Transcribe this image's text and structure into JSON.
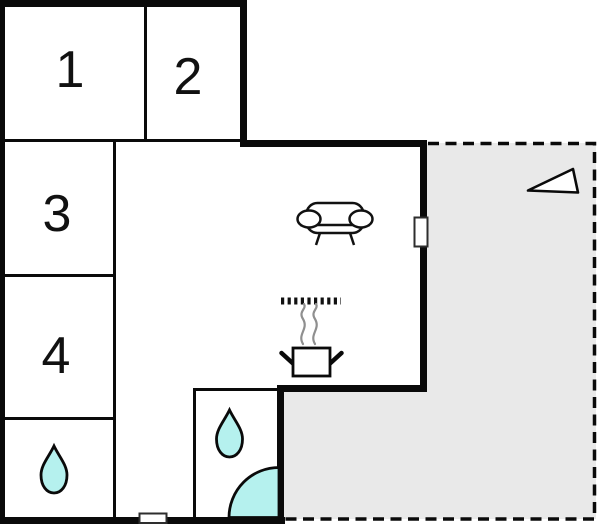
{
  "floor_plan": {
    "name": "apartment-floor-plan",
    "rooms": {
      "room1": {
        "label": "1"
      },
      "room2": {
        "label": "2"
      },
      "room3": {
        "label": "3"
      },
      "room4": {
        "label": "4"
      }
    },
    "colors": {
      "wall": "#0a0a0a",
      "water": "#b5f1ee",
      "terrace": "#e9e9e9",
      "steam": "#8f8f8f",
      "door": "#ffffff",
      "background": "#ffffff",
      "outline": "#111111"
    },
    "icons": {
      "sofa": "sofa-icon",
      "stove_pot": "stove-pot-icon",
      "steam": "steam-icon",
      "kitchen_counter": "kitchen-counter-dashes-icon",
      "water_drop_left": "water-drop-icon",
      "water_drop_middle": "water-drop-icon",
      "shower": "shower-quarter-circle-icon",
      "north_arrow": "north-arrow-icon",
      "terrace_door": "terrace-door-icon",
      "entrance_door": "entrance-door-icon"
    }
  }
}
